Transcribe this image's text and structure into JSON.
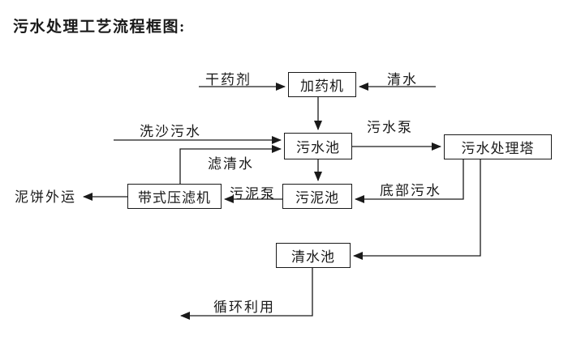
{
  "title": "污水处理工艺流程框图:",
  "colors": {
    "ink": "#1a1a1a",
    "background": "#ffffff"
  },
  "nodes": {
    "dosing_machine": "加药机",
    "sewage_pool": "污水池",
    "treatment_tower": "污水处理塔",
    "belt_filter_press": "带式压滤机",
    "sludge_pool": "污泥池",
    "clean_water_pool": "清水池"
  },
  "flow_labels": {
    "dry_chemical": "干药剂",
    "clean_water": "清水",
    "sand_washing_sewage": "洗沙污水",
    "sewage_pump": "污水泵",
    "filtered_water": "滤清水",
    "bottom_sewage": "底部污水",
    "sludge_pump": "污泥泵",
    "mud_cake_shipped_out": "泥饼外运",
    "recycling_use": "循环利用"
  }
}
